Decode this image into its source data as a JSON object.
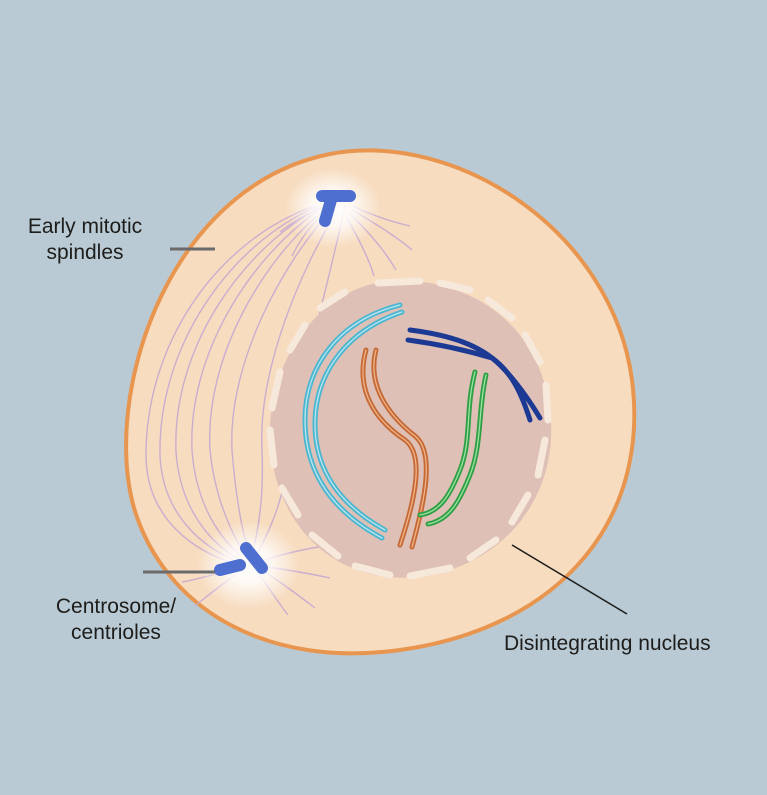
{
  "labels": {
    "spindles": [
      "Early mitotic",
      "spindles"
    ],
    "centrosome": [
      "Centrosome/",
      "centrioles"
    ],
    "nucleus": "Disintegrating nucleus"
  },
  "colors": {
    "background": "#b9cad4",
    "cytoplasm": "#f7dcc0",
    "cell_membrane": "#e8964f",
    "nucleus": "#dfc0b6",
    "nuclear_envelope_fragments": "#f6e9dc",
    "spindle_fibers": "#c7a9d0",
    "centrosome": "#4f6fd0",
    "chromosome_cyan": "#4ab6d0",
    "chromosome_orange": "#c56a35",
    "chromosome_green": "#2ea043",
    "chromosome_navy": "#1c3a94"
  }
}
